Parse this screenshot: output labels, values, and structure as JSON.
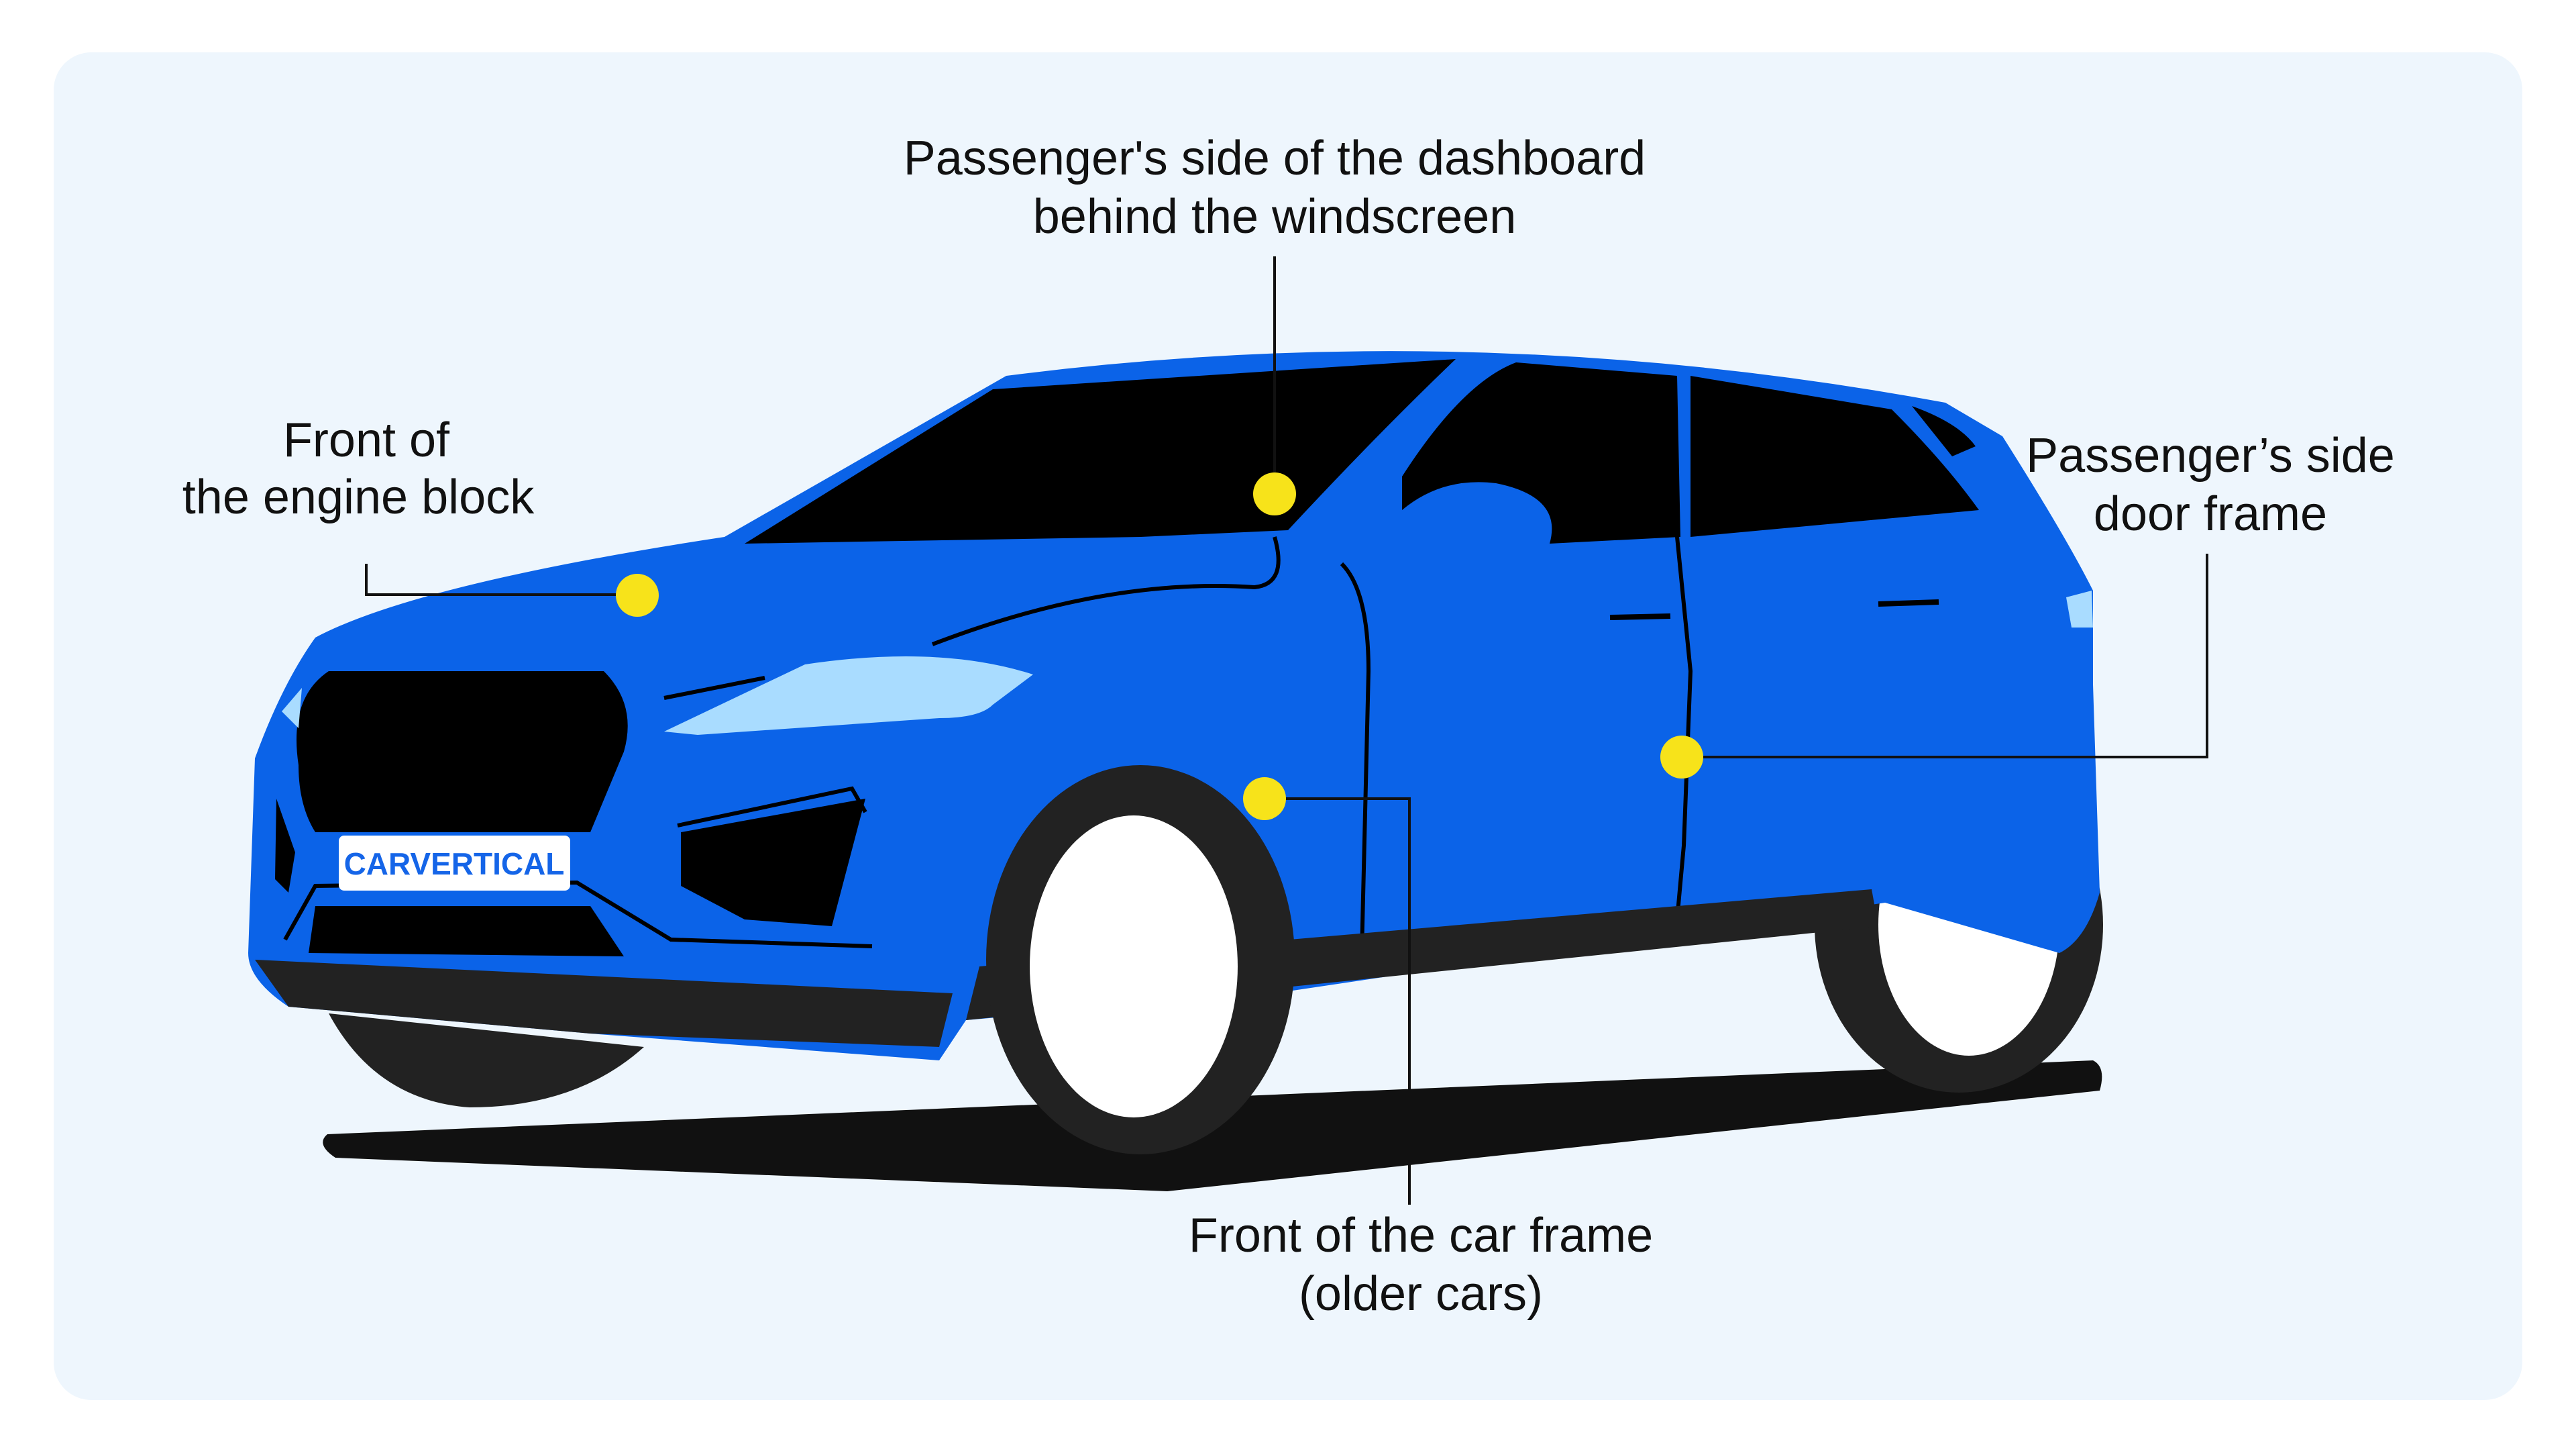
{
  "brand": {
    "plate_text": "CARVERTICAL",
    "plate_color": "#1565e8"
  },
  "colors": {
    "background": "#eef6fd",
    "car_body": "#0b63e8",
    "glass": "#000000",
    "tyre": "#222222",
    "wheel": "#ffffff",
    "headlight": "#a9dcff",
    "marker": "#f7e31a"
  },
  "labels": {
    "engine_block": {
      "line1": "Front of",
      "line2": "the engine block"
    },
    "dashboard": {
      "line1": "Passenger's side of the dashboard",
      "line2": "behind the windscreen"
    },
    "door_frame": {
      "line1": "Passenger’s side",
      "line2": "door frame"
    },
    "car_frame": {
      "line1": "Front of the car frame",
      "line2": "(older cars)"
    }
  }
}
